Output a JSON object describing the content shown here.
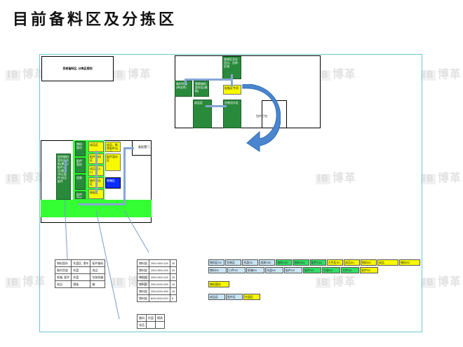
{
  "page_title": "目前备料区及分拣区",
  "watermark": {
    "text": "博革",
    "logo": "logo-icon"
  },
  "colors": {
    "frame": "#6cc7cf",
    "zone_green": "#33ff33",
    "dark_green": "#2a8a3c",
    "yellow": "#f8f800",
    "blue": "#0b2cff",
    "arrow": "#4a86d0"
  },
  "top_label_box": "目前备料区, 分拣区规划",
  "upper_room": {
    "blocks": [
      "装卸区及存货点、出库区域",
      "临时货架(待出库)",
      "零散物料暂存区(辅助)",
      "配备区专用",
      "成品区",
      "包装设计区"
    ],
    "side_label": "包件打包"
  },
  "lower_room": {
    "corner_label": "备配置门",
    "left_block": "现场物料暂存区及新(模具)/配件/产品/模具冲压/配件/成品配件",
    "column_cells": [
      "物料暂存",
      "配件暂存",
      "组装",
      "配件暂存"
    ],
    "yellow_cells": [
      "成品区",
      "成品、推荐配件出入口",
      "配件备料区",
      "配件暂存区",
      "成品出入口",
      "备件暂存区",
      "装配区"
    ],
    "blue_cell": "装箱区"
  },
  "legend_table": {
    "rows": [
      [
        "物料暂存",
        "托盘区, 滑车",
        "配件备料"
      ],
      [
        "临时货架",
        "托盘",
        "成品"
      ],
      [
        "纸箱, 配件",
        "托盘",
        "包装纸箱"
      ],
      [
        "成品",
        "隔板",
        "箱"
      ]
    ]
  },
  "dimension_table": {
    "rows": [
      [
        "物料架",
        "250×150×125",
        "20"
      ],
      [
        "物料架",
        "250×150×125",
        "20"
      ],
      [
        "物料架",
        "250×150×125",
        "20"
      ],
      [
        "物料架",
        "250×200×155",
        "16"
      ],
      [
        "物料架",
        "250×200×155",
        "16"
      ],
      [
        "物料架",
        "600×400×220",
        "8"
      ]
    ]
  },
  "small_table": {
    "rows": [
      [
        "备料",
        "托盘",
        "模具"
      ],
      [
        "成品",
        "",
        ""
      ]
    ]
  },
  "chip_rows": {
    "row1": [
      "物料区S0",
      "包装区",
      "托盘S0",
      "组装S50",
      "物料S30",
      "物料S50",
      "配件S30",
      "大件区S0",
      "成品S0",
      "物料S0",
      "成品",
      "物料S0"
    ],
    "row2": [
      "物料S0",
      "小件S0",
      "纸箱S0",
      "托盘S0",
      "配件S0",
      "配件S0",
      "包装S0",
      "大件S0",
      "配件S0"
    ],
    "row3": [
      "物料暂存"
    ],
    "row4": [
      "成品区",
      "配件区",
      "托盘区"
    ]
  }
}
